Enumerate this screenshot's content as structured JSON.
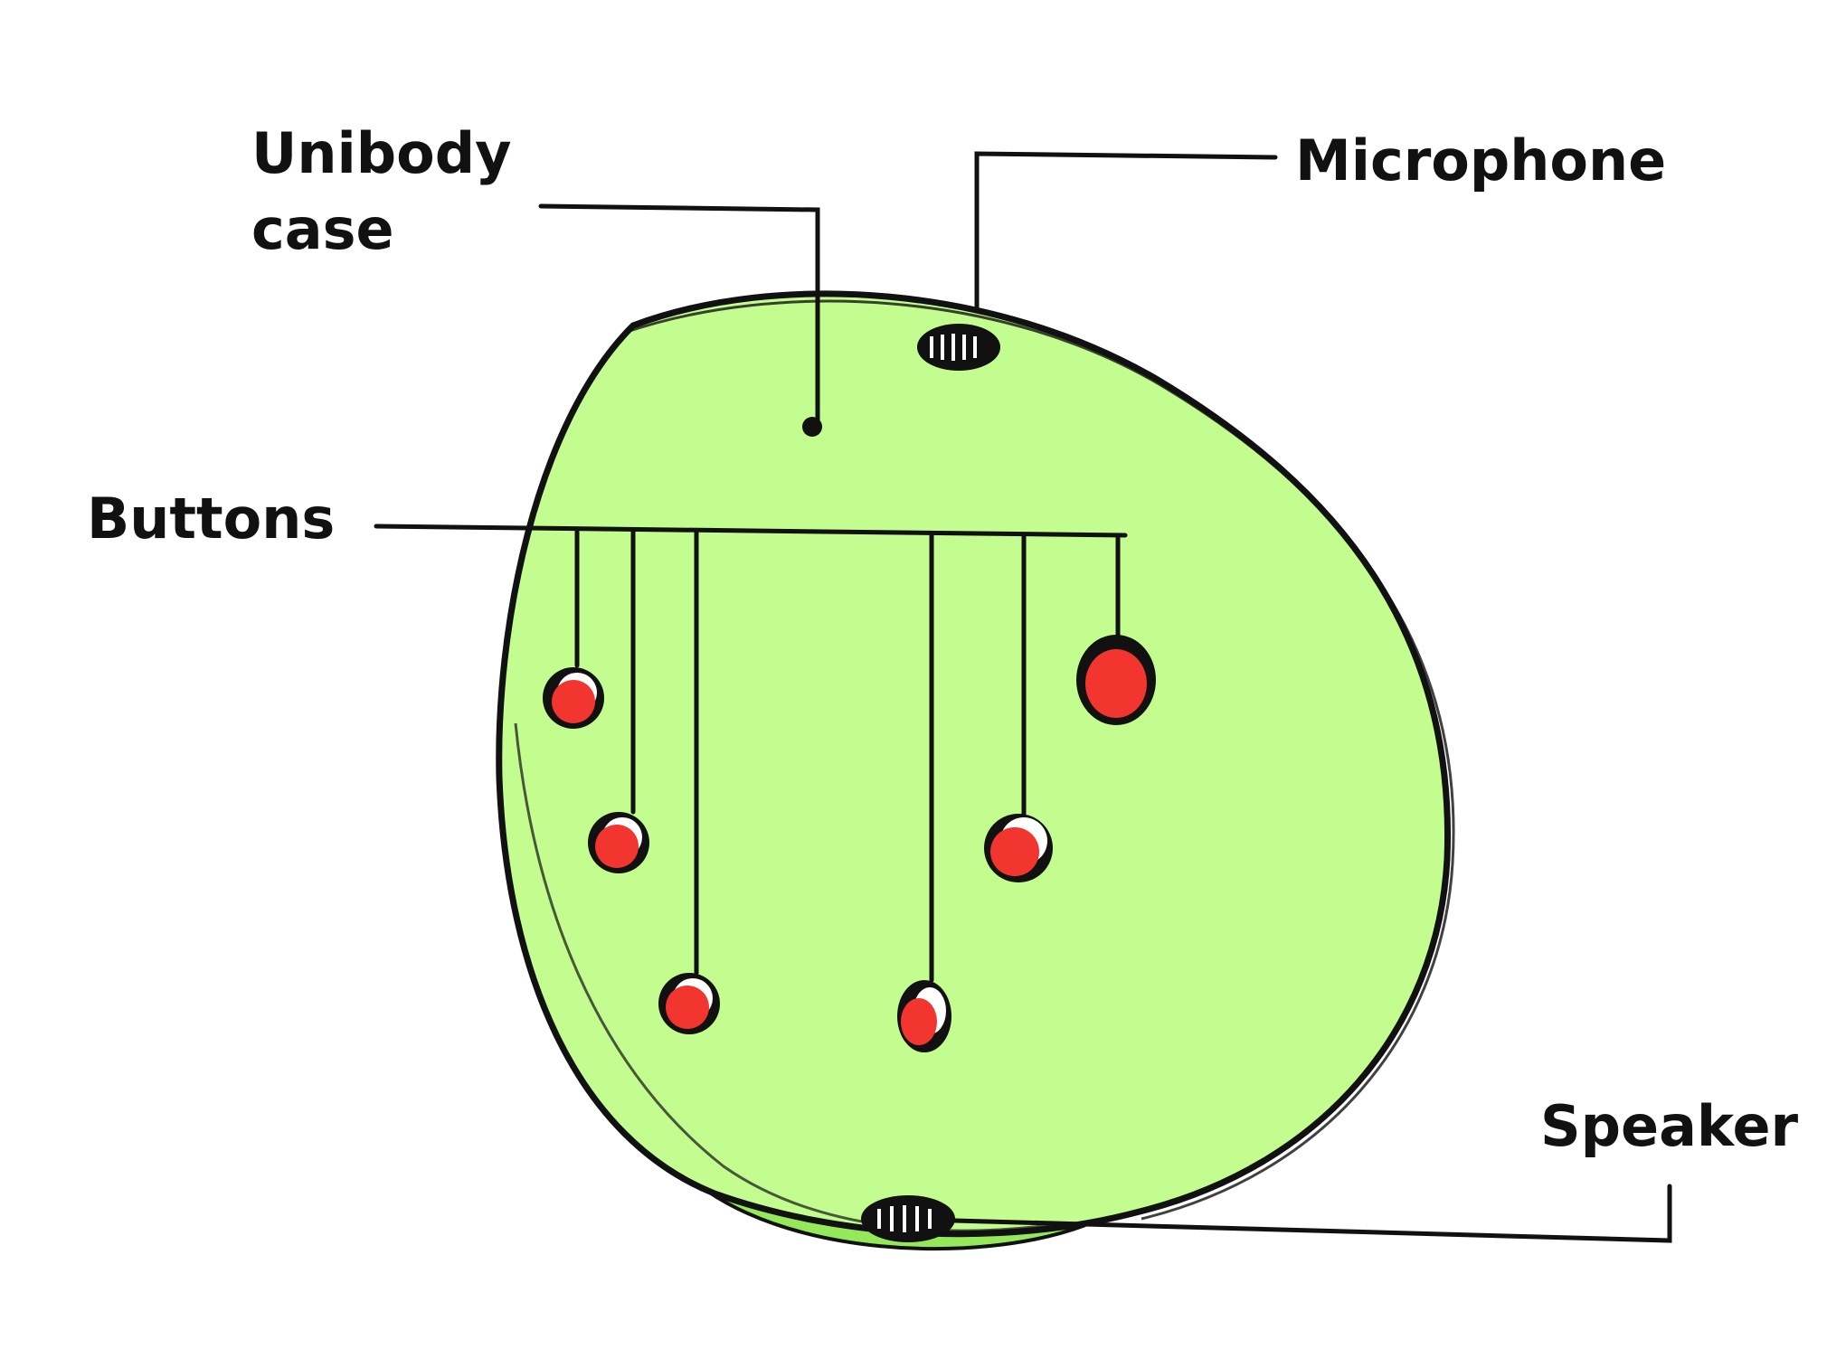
{
  "labels": {
    "unibody_line1": "Unibody",
    "unibody_line2": "case",
    "microphone": "Microphone",
    "buttons": "Buttons",
    "speaker": "Speaker"
  },
  "colors": {
    "case_fill": "#c4fd8f",
    "case_shadow": "#95e85a",
    "outline": "#111111",
    "button_fill": "#f2352f",
    "button_highlight": "#ffffff",
    "leader_line": "#111111"
  },
  "icons": {
    "microphone_grille": "microphone-grille-icon",
    "speaker_grille": "speaker-grille-icon",
    "button": "red-button-icon"
  }
}
